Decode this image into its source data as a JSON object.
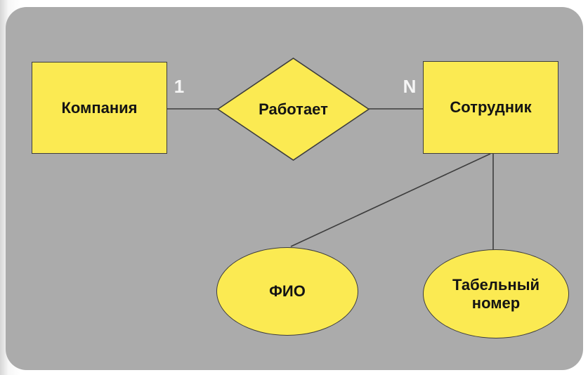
{
  "diagram": {
    "type": "entity-relationship",
    "entities": {
      "company": {
        "label": "Компания"
      },
      "employee": {
        "label": "Сотрудник"
      }
    },
    "relationship": {
      "label": "Работает"
    },
    "attributes": {
      "fio": {
        "label": "ФИО"
      },
      "tab_number": {
        "label": "Табельный номер"
      }
    },
    "cardinality": {
      "one": "1",
      "many": "N"
    },
    "edges": [
      {
        "from": "company",
        "to": "relationship",
        "label": "1"
      },
      {
        "from": "relationship",
        "to": "employee",
        "label": "N"
      },
      {
        "from": "employee",
        "to": "fio"
      },
      {
        "from": "employee",
        "to": "tab_number"
      }
    ],
    "colors": {
      "shape_fill": "#FBEA52",
      "shape_stroke": "#3D3D3D",
      "canvas_background": "#ABABAB",
      "page_background": "#FFFFFF",
      "label_text": "#141414",
      "cardinality_text": "#F6F6F6"
    }
  }
}
